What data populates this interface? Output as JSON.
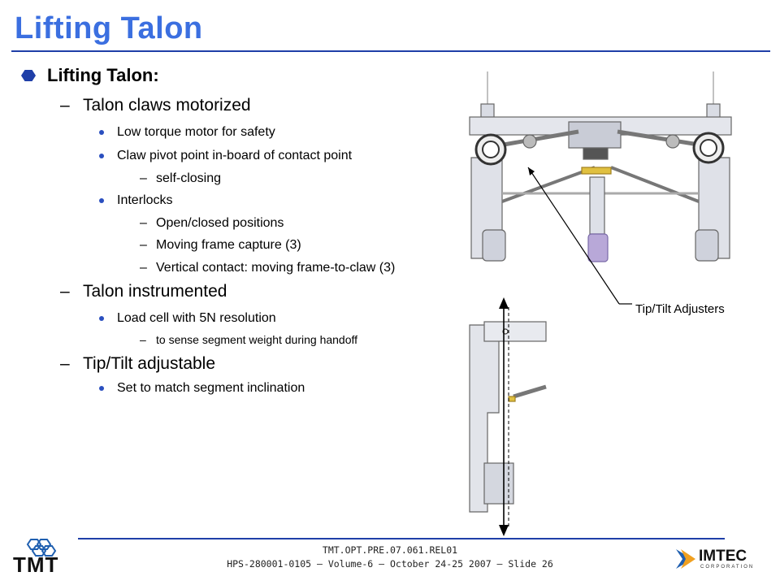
{
  "slide": {
    "title": "Lifting Talon",
    "heading": "Lifting Talon:"
  },
  "bullets": {
    "b1": "Talon claws motorized",
    "b1_1": "Low torque motor for safety",
    "b1_2": "Claw pivot point in-board of contact point",
    "b1_2_1": "self-closing",
    "b1_3": "Interlocks",
    "b1_3_1": "Open/closed positions",
    "b1_3_2": "Moving frame capture (3)",
    "b1_3_3": "Vertical contact: moving frame-to-claw (3)",
    "b2": "Talon instrumented",
    "b2_1": "Load cell with 5N resolution",
    "b2_1_1": "to sense segment weight during handoff",
    "b3": "Tip/Tilt adjustable",
    "b3_1": "Set to match segment inclination"
  },
  "dash": "–",
  "figure": {
    "callout": "Tip/Tilt Adjusters"
  },
  "footer": {
    "line1": "TMT.OPT.PRE.07.061.REL01",
    "line2": "HPS-280001-0105 – Volume-6 – October 24-25 2007 – Slide 26",
    "tmt_logo": "TMT",
    "imtec_logo": "IMTEC",
    "imtec_sub": "CORPORATION"
  },
  "colors": {
    "title": "#3b6fe0",
    "rule": "#1f3fa8",
    "bullet": "#2a4fbf"
  }
}
